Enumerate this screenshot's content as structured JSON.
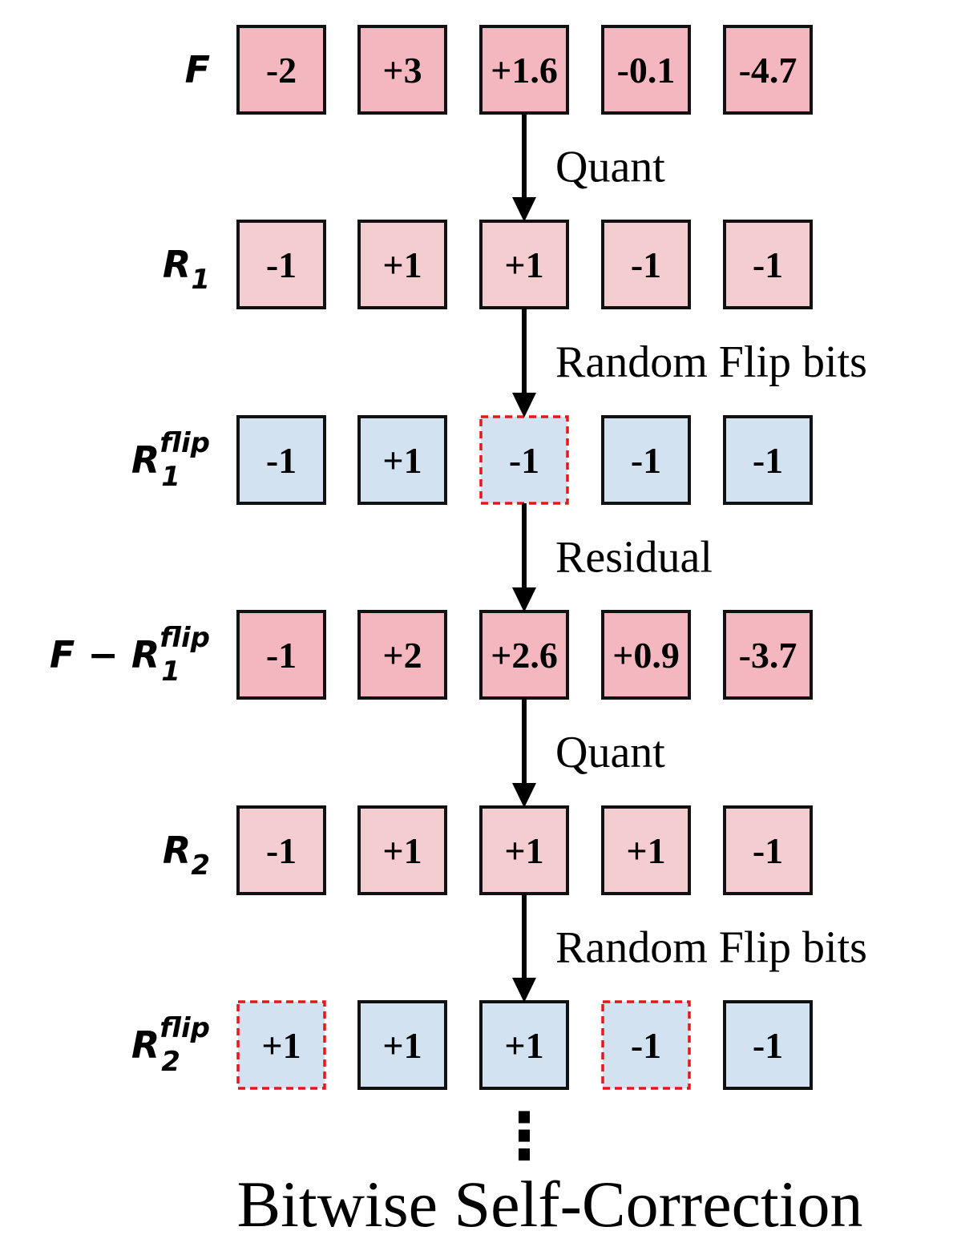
{
  "colors": {
    "pink": "#f4b7bf",
    "light_pink": "#f4cdd0",
    "light_blue": "#d3e2f1",
    "border": "#111111",
    "flipped_border": "#e8161b",
    "arrow": "#000000"
  },
  "rows": [
    {
      "label_main": "F",
      "label_sub": "",
      "label_sup": "",
      "label_prefix": "",
      "cells": [
        {
          "value": "-2",
          "fill": "pink",
          "flipped": false
        },
        {
          "value": "+3",
          "fill": "pink",
          "flipped": false
        },
        {
          "value": "+1.6",
          "fill": "pink",
          "flipped": false
        },
        {
          "value": "-0.1",
          "fill": "pink",
          "flipped": false
        },
        {
          "value": "-4.7",
          "fill": "pink",
          "flipped": false
        }
      ]
    },
    {
      "label_main": "R",
      "label_sub": "1",
      "label_sup": "",
      "label_prefix": "",
      "cells": [
        {
          "value": "-1",
          "fill": "light_pink",
          "flipped": false
        },
        {
          "value": "+1",
          "fill": "light_pink",
          "flipped": false
        },
        {
          "value": "+1",
          "fill": "light_pink",
          "flipped": false
        },
        {
          "value": "-1",
          "fill": "light_pink",
          "flipped": false
        },
        {
          "value": "-1",
          "fill": "light_pink",
          "flipped": false
        }
      ]
    },
    {
      "label_main": "R",
      "label_sub": "1",
      "label_sup": "flip",
      "label_prefix": "",
      "cells": [
        {
          "value": "-1",
          "fill": "light_blue",
          "flipped": false
        },
        {
          "value": "+1",
          "fill": "light_blue",
          "flipped": false
        },
        {
          "value": "-1",
          "fill": "light_blue",
          "flipped": true
        },
        {
          "value": "-1",
          "fill": "light_blue",
          "flipped": false
        },
        {
          "value": "-1",
          "fill": "light_blue",
          "flipped": false
        }
      ]
    },
    {
      "label_main": "R",
      "label_sub": "1",
      "label_sup": "flip",
      "label_prefix": "F − ",
      "cells": [
        {
          "value": "-1",
          "fill": "pink",
          "flipped": false
        },
        {
          "value": "+2",
          "fill": "pink",
          "flipped": false
        },
        {
          "value": "+2.6",
          "fill": "pink",
          "flipped": false
        },
        {
          "value": "+0.9",
          "fill": "pink",
          "flipped": false
        },
        {
          "value": "-3.7",
          "fill": "pink",
          "flipped": false
        }
      ]
    },
    {
      "label_main": "R",
      "label_sub": "2",
      "label_sup": "",
      "label_prefix": "",
      "cells": [
        {
          "value": "-1",
          "fill": "light_pink",
          "flipped": false
        },
        {
          "value": "+1",
          "fill": "light_pink",
          "flipped": false
        },
        {
          "value": "+1",
          "fill": "light_pink",
          "flipped": false
        },
        {
          "value": "+1",
          "fill": "light_pink",
          "flipped": false
        },
        {
          "value": "-1",
          "fill": "light_pink",
          "flipped": false
        }
      ]
    },
    {
      "label_main": "R",
      "label_sub": "2",
      "label_sup": "flip",
      "label_prefix": "",
      "cells": [
        {
          "value": "+1",
          "fill": "light_blue",
          "flipped": true
        },
        {
          "value": "+1",
          "fill": "light_blue",
          "flipped": false
        },
        {
          "value": "+1",
          "fill": "light_blue",
          "flipped": false
        },
        {
          "value": "-1",
          "fill": "light_blue",
          "flipped": true
        },
        {
          "value": "-1",
          "fill": "light_blue",
          "flipped": false
        }
      ]
    }
  ],
  "steps": [
    "Quant",
    "Random Flip bits",
    "Residual",
    "Quant",
    "Random Flip bits"
  ],
  "continuation": "⋮",
  "caption": "Bitwise Self-Correction"
}
